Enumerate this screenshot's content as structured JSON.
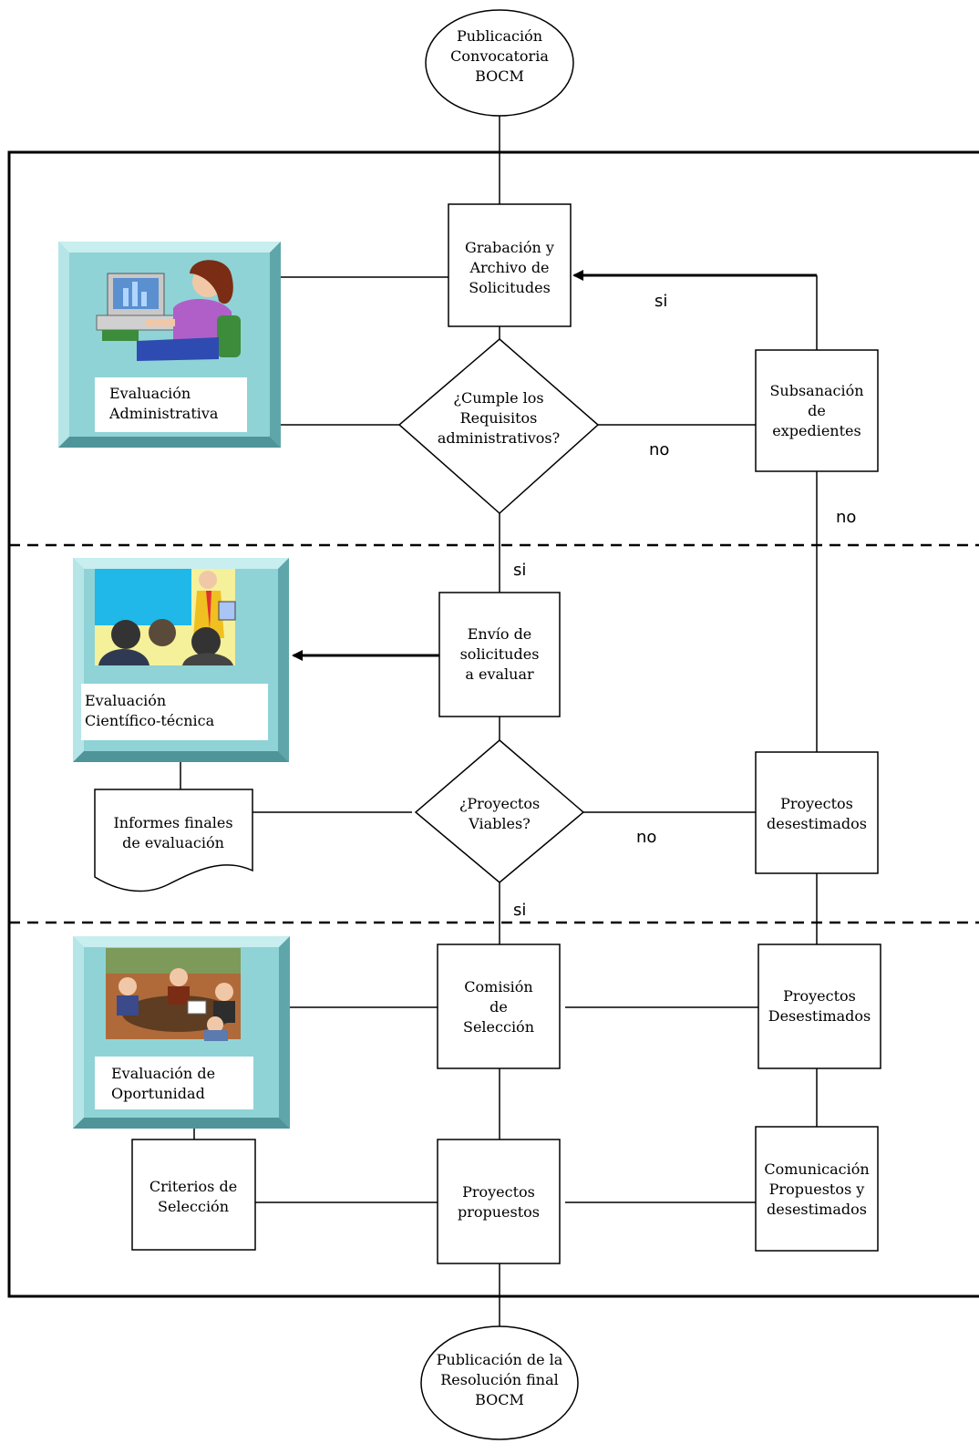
{
  "nodes": {
    "start": [
      "Publicación",
      "Convocatoria",
      "",
      "BOCM"
    ],
    "grabacion": [
      "Grabación y",
      "Archivo de",
      "Solicitudes"
    ],
    "cumple": [
      "¿Cumple los",
      "Requisitos",
      "administrativos?"
    ],
    "subsanacion": [
      "Subsanación",
      "de",
      "expedientes"
    ],
    "envio": [
      "Envío de",
      "solicitudes",
      "a evaluar"
    ],
    "viables": [
      "¿Proyectos",
      "Viables?"
    ],
    "desestimados1": [
      "Proyectos",
      "desestimados"
    ],
    "informes": [
      "Informes finales",
      "de evaluación"
    ],
    "comision": [
      "Comisión",
      "de",
      "Selección"
    ],
    "desestimados2": [
      "Proyectos",
      "Desestimados"
    ],
    "criterios": [
      "Criterios de",
      "Selección"
    ],
    "propuestos": [
      "Proyectos",
      "propuestos"
    ],
    "comunicacion": [
      "Comunicación",
      "Propuestos y",
      "desestimados"
    ],
    "end": [
      "Publicación de la",
      "Resolución final",
      "",
      "BOCM"
    ]
  },
  "panels": {
    "administrativa": [
      "Evaluación",
      "Administrativa"
    ],
    "cientifica": [
      "Evaluación",
      "Científico-técnica"
    ],
    "oportunidad": [
      "Evaluación de",
      "Oportunidad"
    ]
  },
  "edge_labels": {
    "si_top": "si",
    "no_cumple": "no",
    "no_subsanacion": "no",
    "si_cumple": "si",
    "no_viables": "no",
    "si_viables": "si"
  },
  "icons": {
    "administrativa": "woman-at-computer-icon",
    "cientifica": "meeting-presentation-icon",
    "oportunidad": "conference-table-icon"
  }
}
